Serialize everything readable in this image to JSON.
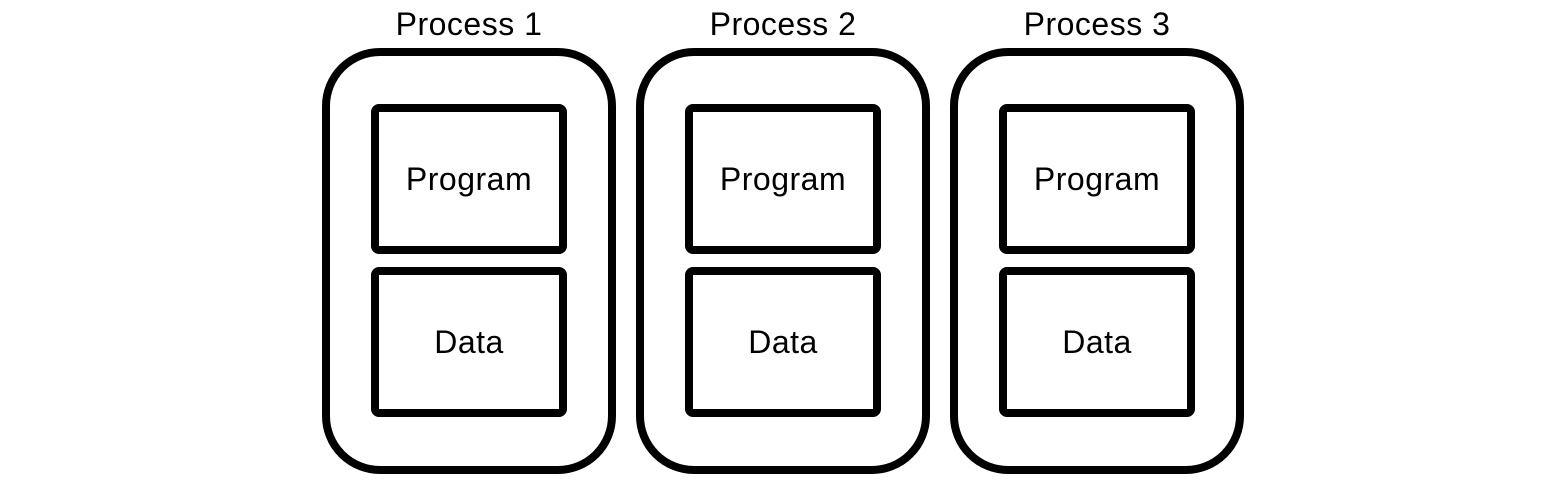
{
  "diagram": {
    "background_color": "#ffffff",
    "stroke_color": "#000000",
    "text_color": "#000000"
  },
  "processes": [
    {
      "title": "Process 1",
      "program_label": "Program",
      "data_label": "Data"
    },
    {
      "title": "Process 2",
      "program_label": "Program",
      "data_label": "Data"
    },
    {
      "title": "Process 3",
      "program_label": "Program",
      "data_label": "Data"
    }
  ]
}
